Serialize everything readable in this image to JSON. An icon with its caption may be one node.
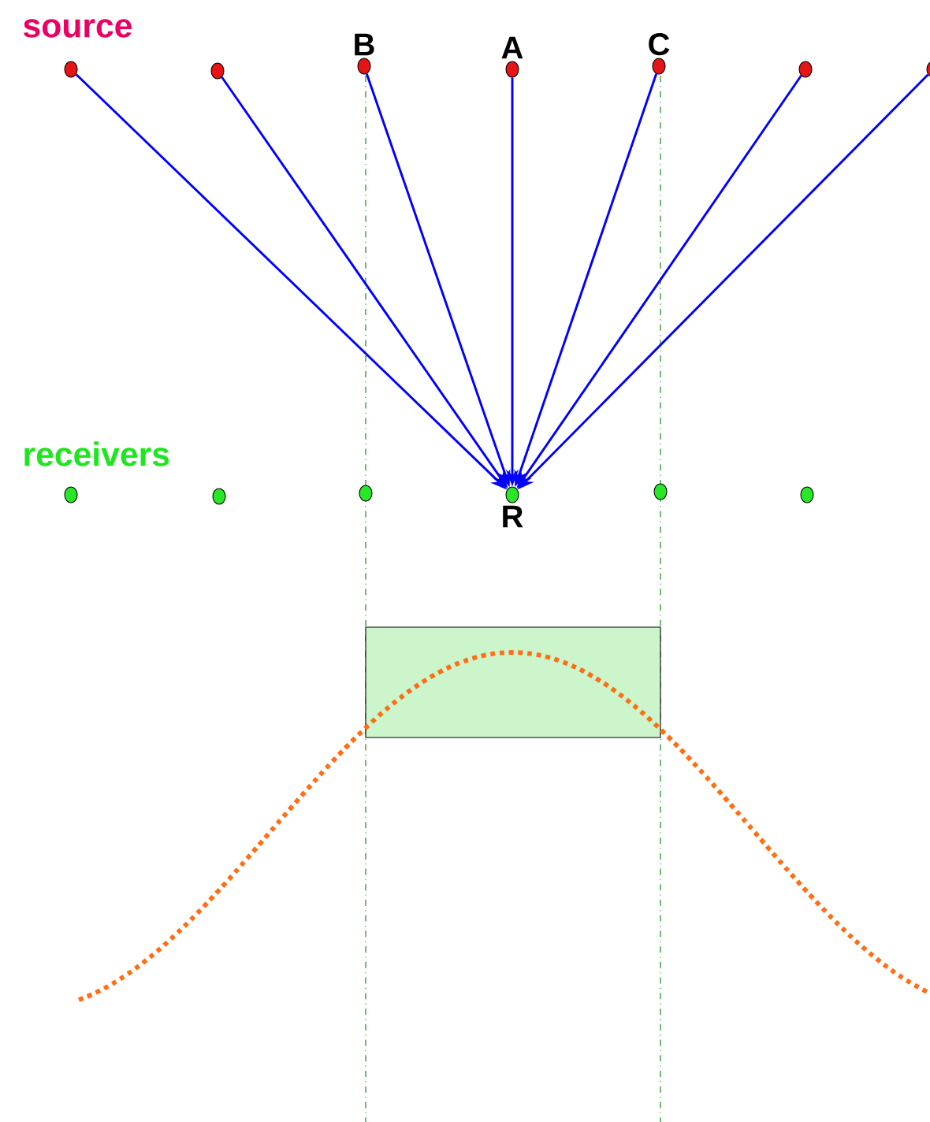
{
  "diagram": {
    "nodes": [
      {
        "text": [],
        "shape": "circle"
      },
      {
        "text": [],
        "shape": "circle"
      },
      {
        "text": [
          "B"
        ]
      },
      {
        "text": [
          "A"
        ]
      },
      {
        "text": [
          "C"
        ]
      },
      {
        "text": [],
        "shape": "circle"
      },
      {
        "text": [],
        "shape": "circle"
      },
      {
        "text": [],
        "shape": "circle"
      },
      {
        "text": [],
        "shape": "circle"
      },
      {
        "text": [],
        "shape": "circle"
      },
      {
        "text": [
          "R"
        ]
      },
      {
        "text": [],
        "shape": "circle"
      },
      {
        "text": [],
        "shape": "circle"
      },
      {
        "text": [],
        "shape": "box"
      }
    ],
    "edges": [
      {
        "from": 0,
        "to": 10,
        "arrow": "to"
      },
      {
        "from": 1,
        "to": 10,
        "arrow": "to"
      },
      {
        "from": 2,
        "to": 10,
        "arrow": "to"
      },
      {
        "from": 3,
        "to": 10,
        "arrow": "to"
      },
      {
        "from": 4,
        "to": 10,
        "arrow": "to"
      },
      {
        "from": 5,
        "to": 10,
        "arrow": "to"
      },
      {
        "from": 6,
        "to": 10,
        "arrow": "to"
      }
    ],
    "labels": [
      "source",
      "receivers"
    ]
  }
}
